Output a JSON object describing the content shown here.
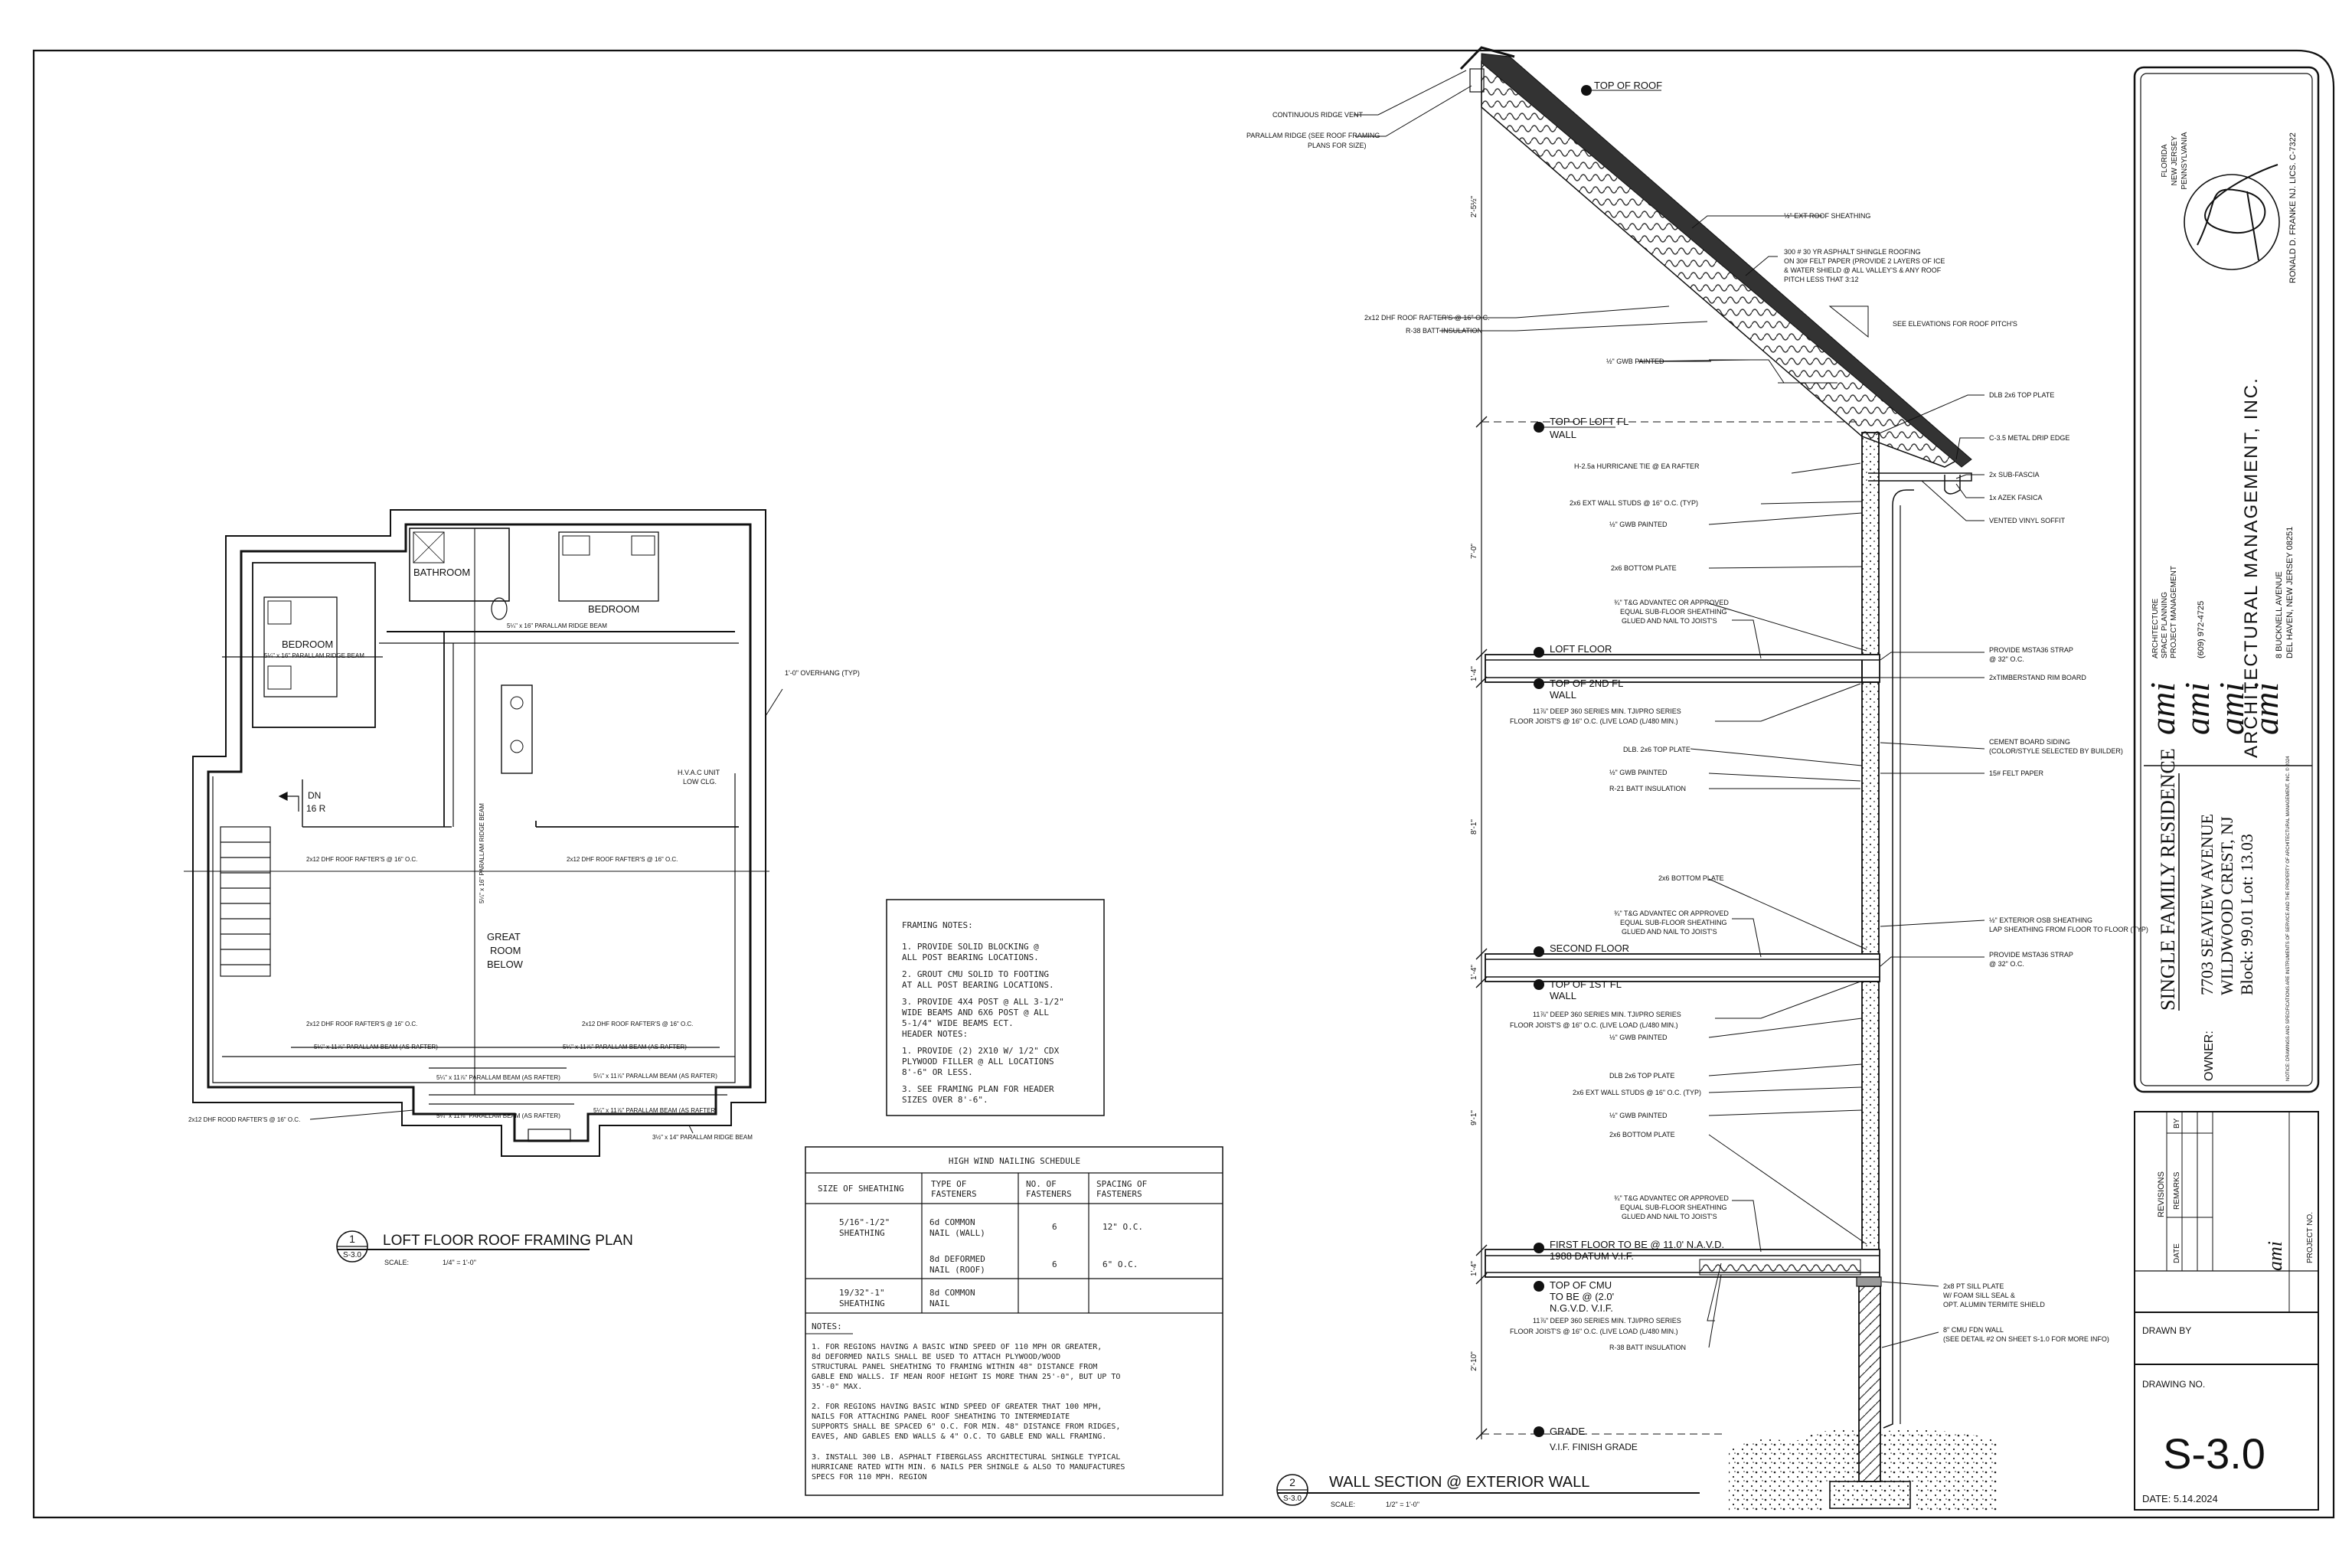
{
  "sheet": {
    "number": "S-3.0",
    "date": "DATE: 5.14.2024",
    "drawn_by": "DRAWN BY",
    "drawing_no": "DRAWING NO."
  },
  "title_block": {
    "states": [
      "FLORIDA",
      "NEW JERSEY",
      "PENNSYLVANIA"
    ],
    "seal_text": "RONALD D. FRANKE NJ. LICS. C-7322",
    "firm_name": "ARCHITECTURAL MANAGEMENT, INC.",
    "firm_services": [
      "ARCHITECTURE",
      "SPACE PLANNING",
      "PROJECT MANAGEMENT"
    ],
    "firm_phone": "(609) 972-4725",
    "firm_address": [
      "8 BUCKNELL AVENUE",
      "DEL HAVEN, NEW JERSEY 08251"
    ],
    "project_title": "SINGLE FAMILY RESIDENCE",
    "project_address": [
      "7703 SEAVIEW AVENUE",
      "WILDWOOD CREST, NJ",
      "Block: 99.01 Lot: 13.03"
    ],
    "owner_label": "OWNER:",
    "copyright": "NOTICE: DRAWINGS AND SPECIFICATIONS ARE INSTRUMENTS OF SERVICE AND THE PROPERTY OF ARCHITECTURAL MANAGEMENT, INC. © 2024",
    "revisions": {
      "title": "REVISIONS",
      "cols": [
        "DATE",
        "REMARKS",
        "BY"
      ]
    },
    "project_no": "PROJECT NO."
  },
  "plan": {
    "title": "LOFT FLOOR ROOF FRAMING PLAN",
    "num": "1",
    "ref": "S-3.0",
    "scale_label": "SCALE:",
    "scale": "1/4\" = 1'-0\"",
    "labels": {
      "bathroom": "BATHROOM",
      "bedroom1": "BEDROOM",
      "bedroom2": "BEDROOM",
      "great_room": [
        "GREAT",
        "ROOM",
        "BELOW"
      ],
      "hvac": [
        "H.V.A.C UNIT",
        "LOW CLG."
      ],
      "dn": [
        "DN",
        "16 R"
      ],
      "overhang": "1'-0\" OVERHANG (TYP)",
      "beam_bedroom": "5¼\" x 16\" PARALLAM RIDGE BEAM",
      "beam_bath": "5¼\" x 16\" PARALLAM RIDGE BEAM",
      "beam_vertical": "5¼\" x 16\" PARALLAM RIDGE BEAM",
      "rafter_1": "2x12 DHF ROOF RAFTER'S @ 16\" O.C.",
      "rafter_2": "2x12 DHF ROOF RAFTER'S @ 16\" O.C.",
      "rafter_3": "2x12 DHF ROOF RAFTER'S @ 16\" O.C.",
      "rafter_4": "2x12 DHF ROOF RAFTER'S @ 16\" O.C.",
      "rafter_ext": "2x12 DHF ROOD RAFTER'S @ 16\" O.C.",
      "beam_a": "5¼\" x 11⅞\" PARALLAM BEAM (AS RAFTER)",
      "beam_b": "5¼\" x 11⅞\" PARALLAM BEAM (AS RAFTER)",
      "beam_c": "5¼\" x 11⅞\" PARALLAM BEAM (AS RAFTER)",
      "beam_d": "5¼\" x 11⅞\" PARALLAM BEAM (AS RAFTER)",
      "beam_e": "5¼\" x 11⅞\" PARALLAM BEAM (AS RAFTER)",
      "beam_f": "5¼\" x 11⅞\" PARALLAM BEAM (AS RAFTER)",
      "ridge_bottom": "3½\" x 14\" PARALLAM RIDGE BEAM"
    }
  },
  "framing_notes": {
    "title": "FRAMING NOTES:",
    "items": [
      [
        "1. PROVIDE SOLID BLOCKING @",
        "ALL POST BEARING LOCATIONS."
      ],
      [
        "2. GROUT CMU SOLID TO FOOTING",
        "AT ALL POST BEARING LOCATIONS."
      ],
      [
        "3. PROVIDE 4X4 POST @ ALL 3-1/2\"",
        "WIDE BEAMS AND 6X6 POST @ ALL",
        "5-1/4\" WIDE BEAMS ECT.",
        "HEADER NOTES:"
      ],
      [
        "1. PROVIDE (2) 2X10 W/ 1/2\" CDX",
        "PLYWOOD FILLER @ ALL LOCATIONS",
        "8'-6\" OR LESS."
      ],
      [
        "3. SEE FRAMING PLAN FOR HEADER",
        "SIZES OVER 8'-6\"."
      ]
    ]
  },
  "nailing": {
    "title": "HIGH WIND NAILING SCHEDULE",
    "headers": [
      [
        "SIZE OF SHEATHING"
      ],
      [
        "TYPE OF",
        "FASTENERS"
      ],
      [
        "NO. OF",
        "FASTENERS"
      ],
      [
        "SPACING OF",
        "FASTENERS"
      ]
    ],
    "rows": [
      {
        "size": [
          "5/16\"-1/2\"",
          "SHEATHING"
        ],
        "type": [
          "6d COMMON",
          "NAIL (WALL)"
        ],
        "no": "6",
        "spacing": "12\" O.C."
      },
      {
        "size": [],
        "type": [
          "8d DEFORMED",
          "NAIL (ROOF)"
        ],
        "no": "6",
        "spacing": "6\" O.C."
      },
      {
        "size": [
          "19/32\"-1\"",
          "SHEATHING"
        ],
        "type": [
          "8d COMMON",
          "NAIL"
        ],
        "no": "",
        "spacing": ""
      }
    ],
    "notes_title": "NOTES:",
    "notes": [
      [
        "1. FOR REGIONS HAVING A BASIC WIND SPEED OF 110 MPH OR GREATER,",
        "8d DEFORMED NAILS SHALL BE USED TO ATTACH PLYWOOD/WOOD",
        "STRUCTURAL PANEL SHEATHING TO FRAMING WITHIN 48\" DISTANCE FROM",
        "GABLE END WALLS. IF MEAN ROOF HEIGHT IS MORE THAN 25'-0\", BUT UP TO",
        "35'-0\" MAX."
      ],
      [
        "2. FOR REGIONS HAVING BASIC WIND SPEED OF GREATER THAT 100 MPH,",
        "NAILS FOR ATTACHING PANEL ROOF SHEATHING TO INTERMEDIATE",
        "SUPPORTS SHALL BE SPACED 6\" O.C. FOR MIN. 48\" DISTANCE FROM RIDGES,",
        "EAVES, AND GABLES END WALLS & 4\" O.C. TO GABLE END WALL FRAMING."
      ],
      [
        "3. INSTALL 300 LB. ASPHALT FIBERGLASS ARCHITECTURAL SHINGLE TYPICAL",
        "HURRICANE RATED WITH MIN. 6 NAILS PER SHINGLE & ALSO TO MANUFACTURES",
        "SPECS FOR 110 MPH. REGION"
      ]
    ]
  },
  "section": {
    "title": "WALL SECTION @ EXTERIOR WALL",
    "num": "2",
    "ref": "S-3.0",
    "scale_label": "SCALE:",
    "scale": "1/2\" = 1'-0\"",
    "levels": {
      "top_of_roof": "TOP OF ROOF",
      "top_loft_wall": [
        "TOP OF LOFT FL",
        "WALL"
      ],
      "loft_floor": "LOFT FLOOR",
      "top_2nd_wall": [
        "TOP OF 2ND FL",
        "WALL"
      ],
      "second_floor": "SECOND FLOOR",
      "top_1st_wall": [
        "TOP OF 1ST FL",
        "WALL"
      ],
      "first_floor": [
        "FIRST FLOOR TO BE @ 11.0' N.A.V.D.",
        "1988 DATUM V.I.F."
      ],
      "top_cmu": [
        "TOP OF CMU",
        "TO BE @ (2.0'",
        "N.G.V.D. V.I.F."
      ],
      "grade": "GRADE",
      "vif": "V.I.F. FINISH GRADE"
    },
    "dims": [
      "2'-5½\"",
      "7'-0\"",
      "1'-4\"",
      "8'-1\"",
      "1'-4\"",
      "9'-1\"",
      "1'-4\"",
      "2'-10\""
    ],
    "left_notes": {
      "ridge_vent": "CONTINUOUS RIDGE VENT",
      "parallam_ridge": [
        "PARALLAM RIDGE (SEE ROOF FRAMING",
        "PLANS FOR SIZE)"
      ],
      "ext_roof_sheathing": "½\" EXT ROOF SHEATHING",
      "shingle": [
        "300 # 30 YR ASPHALT SHINGLE ROOFING",
        "ON 30# FELT PAPER (PROVIDE 2 LAYERS OF ICE",
        "& WATER SHIELD @ ALL VALLEY'S & ANY ROOF",
        "PITCH LESS THAT 3:12"
      ],
      "rafters": "2x12 DHF ROOF RAFTER'S @ 16\" O.C.",
      "r38": "R-38 BATT INSULATION",
      "see_elev": "SEE ELEVATIONS FOR ROOF PITCH'S",
      "gwb1": "½\" GWB PAINTED",
      "hurricane": "H-2.5a HURRICANE TIE @ EA RAFTER",
      "studs1": "2x6 EXT WALL STUDS @ 16\" O.C. (TYP)",
      "gwb2": "½\" GWB PAINTED",
      "bottom1": "2x6 BOTTOM PLATE",
      "advantec1": [
        "¾\" T&G ADVANTEC OR APPROVED",
        "EQUAL SUB-FLOOR SHEATHING",
        "GLUED AND NAIL TO JOIST'S"
      ],
      "tji1": [
        "11⅞\" DEEP 360 SERIES MIN. TJI/PRO SERIES",
        "FLOOR JOIST'S @ 16\" O.C. (LIVE LOAD (L/480 MIN.)"
      ],
      "dbl_top": "DLB. 2x6 TOP PLATE",
      "gwb3": "½\" GWB PAINTED",
      "r21": "R-21 BATT INSULATION",
      "bottom2": "2x6 BOTTOM PLATE",
      "advantec2": [
        "¾\" T&G ADVANTEC OR APPROVED",
        "EQUAL SUB-FLOOR SHEATHING",
        "GLUED AND NAIL TO JOIST'S"
      ],
      "tji2": [
        "11⅞\" DEEP 360 SERIES MIN. TJI/PRO SERIES",
        "FLOOR JOIST'S @ 16\" O.C. (LIVE LOAD (L/480 MIN.)"
      ],
      "gwb4": "½\" GWB PAINTED",
      "dbl_top2": "DLB 2x6 TOP PLATE",
      "studs2": "2x6 EXT WALL STUDS @ 16\" O.C. (TYP)",
      "gwb5": "½\" GWB PAINTED",
      "bottom3": "2x6 BOTTOM PLATE",
      "advantec3": [
        "¾\" T&G ADVANTEC OR APPROVED",
        "EQUAL SUB-FLOOR SHEATHING",
        "GLUED AND NAIL TO JOIST'S"
      ],
      "tji3": [
        "11⅞\" DEEP 360 SERIES MIN. TJI/PRO SERIES",
        "FLOOR JOIST'S @ 16\" O.C. (LIVE LOAD (L/480 MIN.)"
      ],
      "r38b": "R-38 BATT INSULATION"
    },
    "right_notes": {
      "dlb_top": "DLB 2x6 TOP PLATE",
      "drip": "C-3.5 METAL DRIP EDGE",
      "sub_fascia": "2x SUB-FASCIA",
      "azek": "1x AZEK FASICA",
      "soffit": "VENTED VINYL SOFFIT",
      "strap1": [
        "PROVIDE MSTA36 STRAP",
        "@ 32\" O.C."
      ],
      "rim": "2xTIMBERSTAND RIM BOARD",
      "siding": [
        "CEMENT BOARD SIDING",
        "(COLOR/STYLE SELECTED BY BUILDER)"
      ],
      "felt": "15# FELT PAPER",
      "osb": [
        "½\" EXTERIOR OSB SHEATHING",
        "LAP SHEATHING FROM FLOOR TO FLOOR (TYP)"
      ],
      "strap2": [
        "PROVIDE MSTA36 STRAP",
        "@ 32\" O.C."
      ],
      "sill": [
        "2x8 PT SILL PLATE",
        "W/ FOAM SILL SEAL &",
        "OPT. ALUMIN TERMITE SHIELD"
      ],
      "cmu": [
        "8\" CMU FDN WALL",
        "(SEE DETAIL #2 ON SHEET S-1.0 FOR MORE INFO)"
      ]
    }
  }
}
